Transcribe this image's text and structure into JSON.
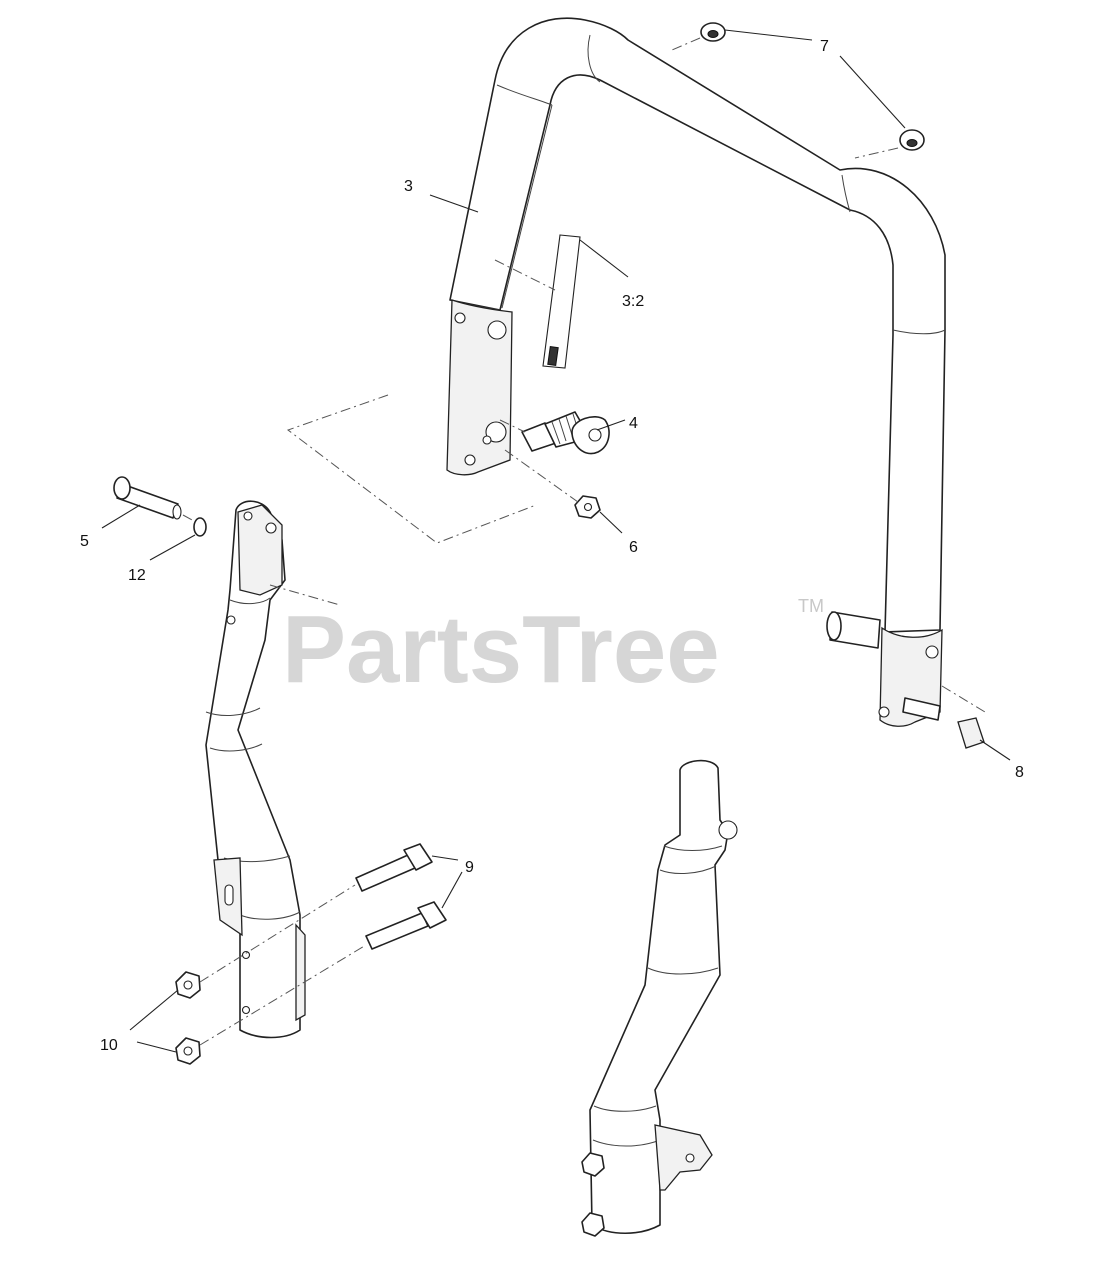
{
  "watermark": {
    "brand": "PartsTree",
    "mark": "TM"
  },
  "callouts": {
    "c3": "3",
    "c3_2": "3:2",
    "c4": "4",
    "c5": "5",
    "c6": "6",
    "c7": "7",
    "c8": "8",
    "c9": "9",
    "c10": "10",
    "c12": "12"
  }
}
